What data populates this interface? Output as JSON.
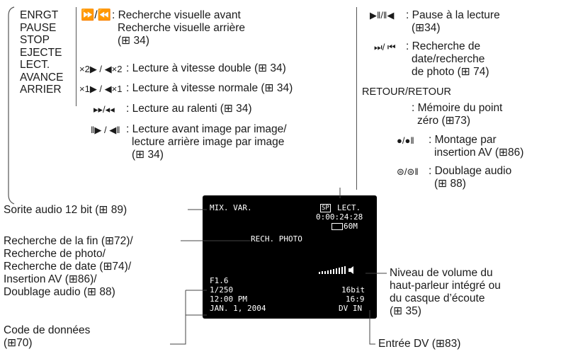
{
  "mode_list": [
    "ENRGT",
    "PAUSE",
    "STOP",
    "EJECTE",
    "LECT.",
    "AVANCE",
    "ARRIER"
  ],
  "glyphs": {
    "ff_rew": "⏩/⏪",
    "x2": "×2▶ / ◀×2",
    "x1": "×1▶ / ◀×1",
    "slow": "▸▸/◂◂",
    "frame": "‖▶ / ◀‖",
    "pause": "▶‖/‖◀",
    "skip": "⏭/ ⏮",
    "dot": "●/●‖",
    "dub": "⊜/⊜‖",
    "book": "⊞"
  },
  "col2": {
    "ffrew_l1": ": Recherche visuelle avant",
    "ffrew_l2": "Recherche visuelle arrière",
    "ffrew_l3": "(⊞ 34)",
    "x2": ": Lecture à vitesse double (⊞ 34)",
    "x1": ": Lecture à vitesse normale (⊞ 34)",
    "slow": ": Lecture au ralenti (⊞ 34)",
    "frame_l1": ": Lecture avant image par image/",
    "frame_l2": "lecture arrière image par image",
    "frame_l3": "(⊞ 34)"
  },
  "col3": {
    "pause_l1": ": Pause à la lecture",
    "pause_l2": "(⊞34)",
    "skip_l1": ": Recherche de",
    "skip_l2": "date/recherche",
    "skip_l3": "de photo (⊞ 74)",
    "retour": "RETOUR/RETOUR",
    "retour_l1": ": Mémoire du point",
    "retour_l2": "zéro (⊞73)",
    "montage_l1": ": Montage par",
    "montage_l2": "insertion AV (⊞86)",
    "dub_l1": ": Doublage audio",
    "dub_l2": "(⊞ 88)"
  },
  "screen": {
    "mix": "MIX. VAR.",
    "sp": "SP",
    "lect": "LECT.",
    "timecode": "0:00:24:28",
    "remaining": "60M",
    "rech": "RECH. PHOTO",
    "fnum": "F1.6",
    "shutter": "1/250",
    "time": "12:00 PM",
    "date": "JAN. 1, 2004",
    "bit": "16bit",
    "ratio": "16:9",
    "dvin": "DV IN"
  },
  "callouts": {
    "audio": "Sorite audio 12 bit (⊞ 89)",
    "search_l1": "Recherche de la fin (⊞72)/",
    "search_l2": "Recherche de photo/",
    "search_l3": "Recherche de date (⊞74)/",
    "search_l4": "Insertion AV (⊞86)/",
    "search_l5": "Doublage audio (⊞ 88)",
    "data_l1": "Code de données",
    "data_l2": "(⊞70)",
    "vol_l1": "Niveau de volume du",
    "vol_l2": "haut-parleur intégré ou",
    "vol_l3": "du casque d’écoute",
    "vol_l4": "(⊞ 35)",
    "dvin": "Entrée DV (⊞83)"
  }
}
